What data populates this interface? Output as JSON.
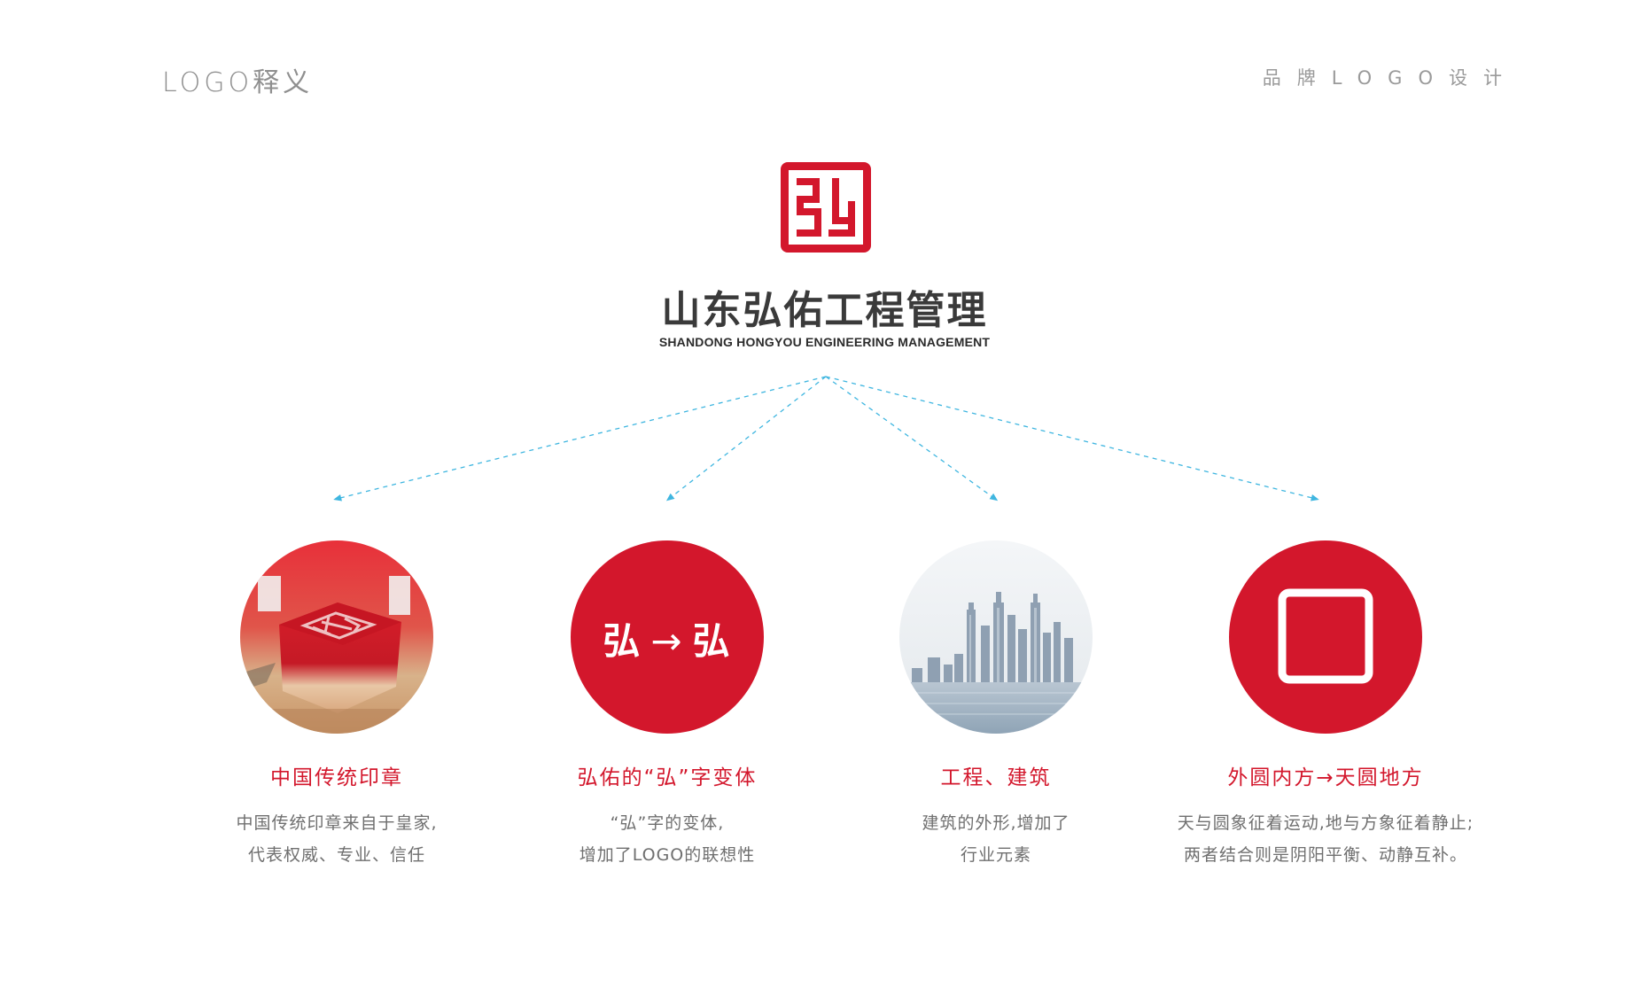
{
  "header": {
    "title": "LOGO释义",
    "subtitle": "品牌LOGO设计"
  },
  "brand": {
    "logo_icon": "hong-seal-logo-icon",
    "name_cn": "山东弘佑工程管理",
    "name_en": "SHANDONG HONGYOU ENGINEERING MANAGEMENT",
    "color": "#d3172c"
  },
  "concepts": [
    {
      "image": "red-seal-stamp-photo",
      "title": "中国传统印章",
      "desc_line1": "中国传统印章来自于皇家,",
      "desc_line2": "代表权威、专业、信任"
    },
    {
      "image": "character-variant-icon",
      "title": "弘佑的“弘”字变体",
      "desc_line1": "“弘”字的变体,",
      "desc_line2": "增加了LOGO的联想性",
      "glyph_left": "弘",
      "glyph_arrow": "→",
      "glyph_right": "弘"
    },
    {
      "image": "city-skyline-photo",
      "title": "工程、建筑",
      "desc_line1": "建筑的外形,增加了",
      "desc_line2": "行业元素"
    },
    {
      "image": "square-in-circle-icon",
      "title": "外圆内方→天圆地方",
      "desc_line1": "天与圆象征着运动,地与方象征着静止;",
      "desc_line2": "两者结合则是阴阳平衡、动静互补。"
    }
  ],
  "colors": {
    "accent_red": "#d3172c",
    "heading_gray": "#8f8f8f",
    "body_gray": "#6f6f6f",
    "connector_blue": "#3fb6e0"
  }
}
